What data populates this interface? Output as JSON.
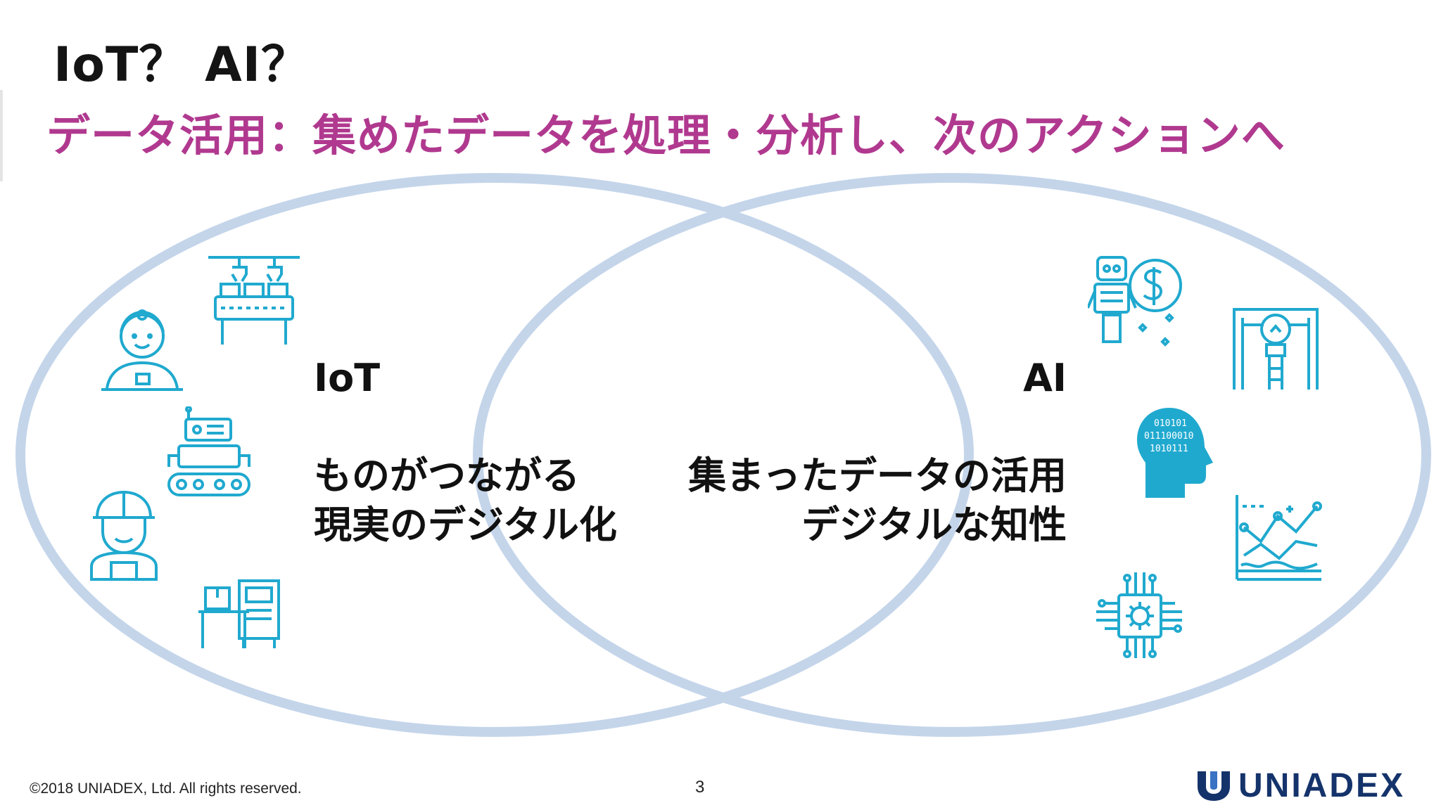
{
  "slide": {
    "title": "IoT？ AI？",
    "subtitle": "データ活用：集めたデータを処理・分析し、次のアクションへ",
    "page_number": "3"
  },
  "venn": {
    "iot": {
      "title": "IoT",
      "lines": [
        "ものがつながる",
        "現実のデジタル化"
      ]
    },
    "ai": {
      "title": "AI",
      "lines": [
        "集まったデータの活用",
        "デジタルな知性"
      ]
    }
  },
  "footer": {
    "copyright": "©2018 UNIADEX, Ltd. All rights reserved.",
    "brand": "UNIADEX"
  },
  "colors": {
    "subtitle": "#b0398f",
    "circle": "#c4d5ea",
    "icon": "#20a9cf",
    "brand": "#15336b"
  },
  "icons": {
    "iot": [
      "assembly-line-icon",
      "technician-icon",
      "robot-vehicle-icon",
      "worker-helmet-icon",
      "workstation-icon"
    ],
    "ai": [
      "robot-finance-icon",
      "robotic-arm-icon",
      "ai-brain-icon",
      "analytics-chart-icon",
      "cpu-chip-icon"
    ]
  }
}
